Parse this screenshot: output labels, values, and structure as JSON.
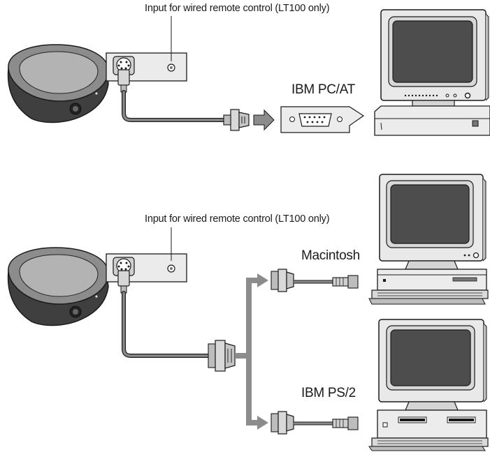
{
  "diagram": {
    "top_section": {
      "port_label": "Input for wired remote control (LT100 only)",
      "computer_label": "IBM PC/AT"
    },
    "bottom_section": {
      "port_label": "Input for wired remote control (LT100 only)",
      "computer_label_upper": "Macintosh",
      "computer_label_lower": "IBM PS/2"
    }
  },
  "colors": {
    "outline": "#1a1a1a",
    "body_gray": "#8c8c8c",
    "dark_gray": "#4a4a4a",
    "light_gray": "#e8e8e8",
    "screen": "#4d4d4d",
    "cable": "#8a8a8a"
  }
}
